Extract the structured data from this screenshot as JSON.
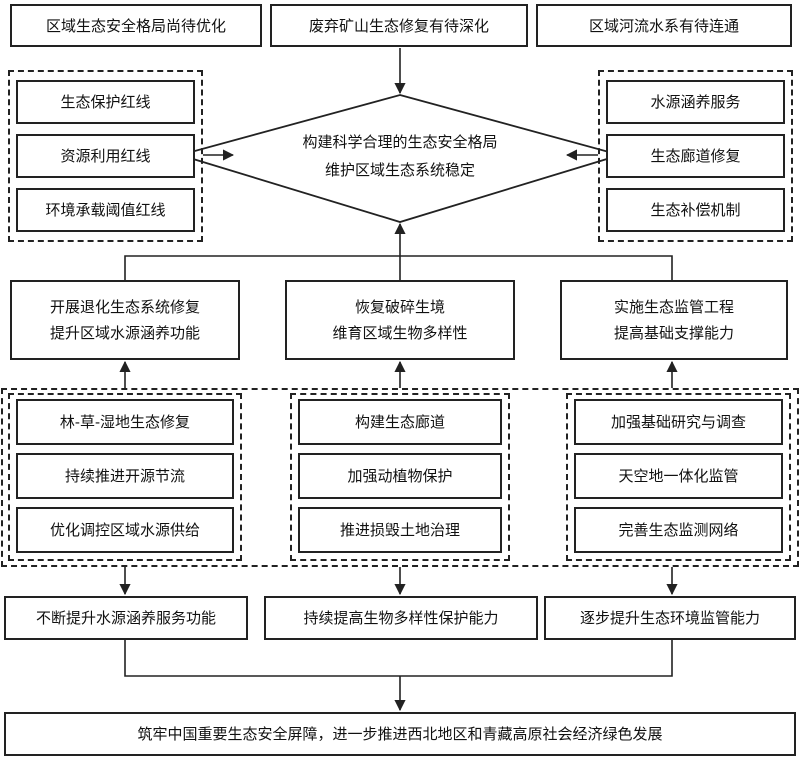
{
  "top_issues": [
    "区域生态安全格局尚待优化",
    "废弃矿山生态修复有待深化",
    "区域河流水系有待连通"
  ],
  "goal_diamond": [
    "构建科学合理的生态安全格局",
    "维护区域生态系统稳定"
  ],
  "left_redlines": [
    "生态保护红线",
    "资源利用红线",
    "环境承载阈值红线"
  ],
  "right_services": [
    "水源涵养服务",
    "生态廊道修复",
    "生态补偿机制"
  ],
  "strategies": [
    [
      "开展退化生态系统修复",
      "提升区域水源涵养功能"
    ],
    [
      "恢复破碎生境",
      "维育区域生物多样性"
    ],
    [
      "实施生态监管工程",
      "提高基础支撑能力"
    ]
  ],
  "measures": [
    [
      "林-草-湿地生态修复",
      "持续推进开源节流",
      "优化调控区域水源供给"
    ],
    [
      "构建生态廊道",
      "加强动植物保护",
      "推进损毁土地治理"
    ],
    [
      "加强基础研究与调查",
      "天空地一体化监管",
      "完善生态监测网络"
    ]
  ],
  "outcomes": [
    "不断提升水源涵养服务功能",
    "持续提高生物多样性保护能力",
    "逐步提升生态环境监管能力"
  ],
  "final_goal": "筑牢中国重要生态安全屏障，进一步推进西北地区和青藏高原社会经济绿色发展"
}
